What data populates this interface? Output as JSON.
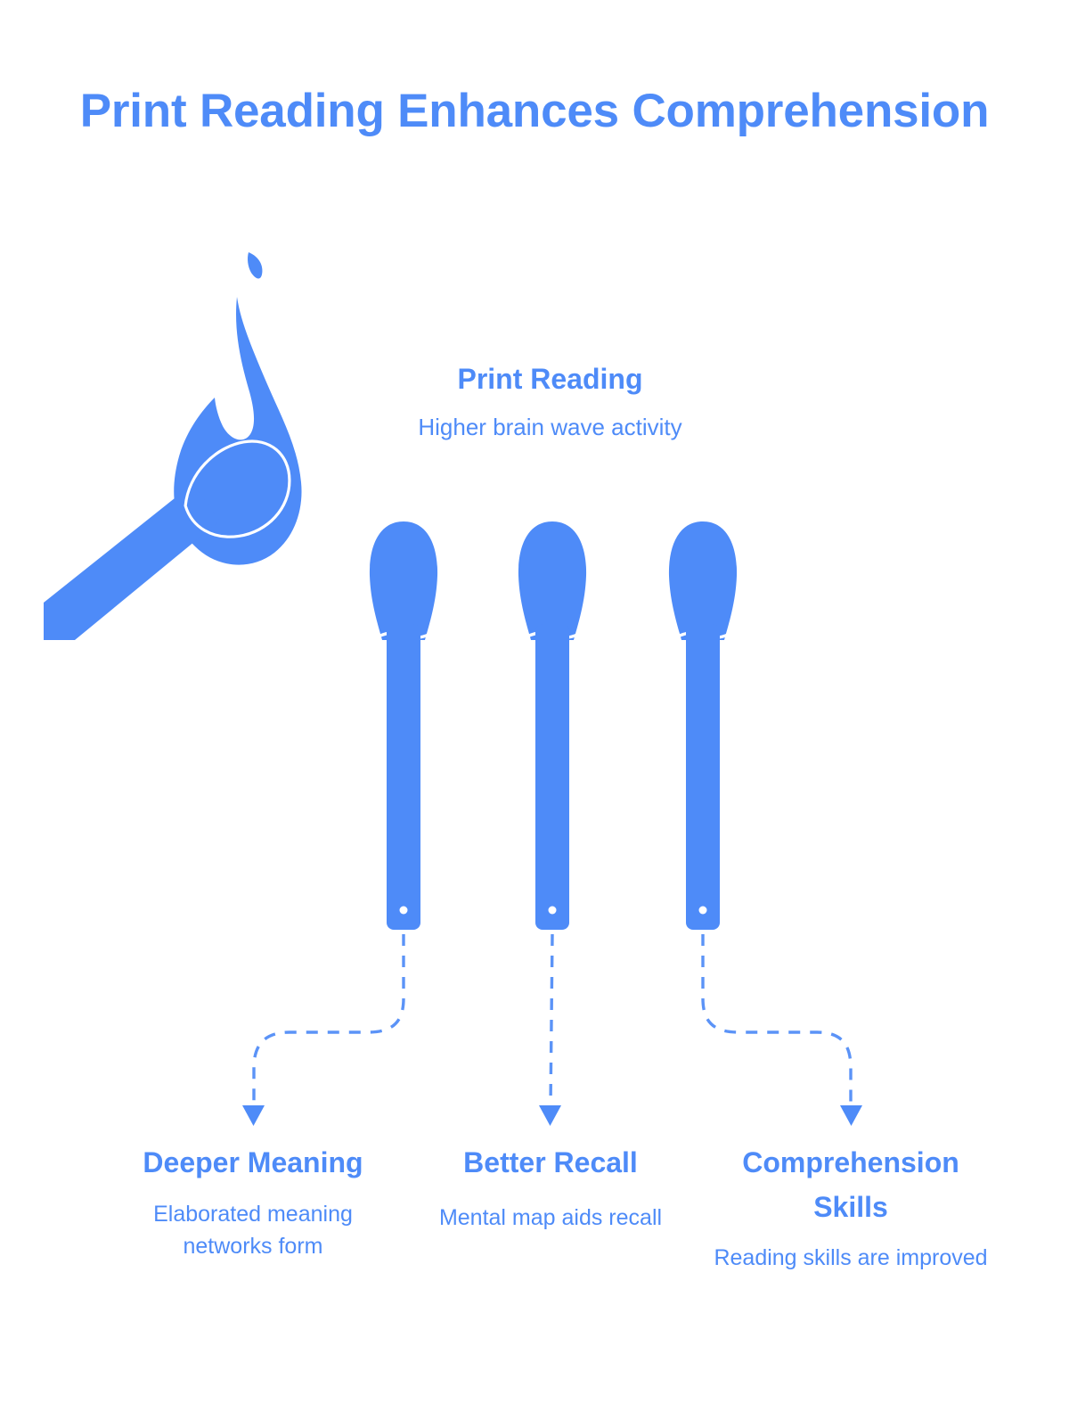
{
  "page": {
    "title": "Print Reading Enhances Comprehension",
    "background_color": "#ffffff",
    "accent_color": "#4e8bf8"
  },
  "source": {
    "title": "Print Reading",
    "subtitle": "Higher brain wave activity"
  },
  "matches": [
    {
      "label": "match-1"
    },
    {
      "label": "match-2"
    },
    {
      "label": "match-3"
    }
  ],
  "outcomes": [
    {
      "title": "Deeper Meaning",
      "subtitle": "Elaborated meaning networks form"
    },
    {
      "title": "Better Recall",
      "subtitle": "Mental map aids recall"
    },
    {
      "title": "Comprehension Skills",
      "subtitle": "Reading skills are improved"
    }
  ],
  "icons": {
    "flame": "flame-icon",
    "match": "match-icon",
    "spark": "spark-icon",
    "arrow": "arrow-down-icon"
  }
}
